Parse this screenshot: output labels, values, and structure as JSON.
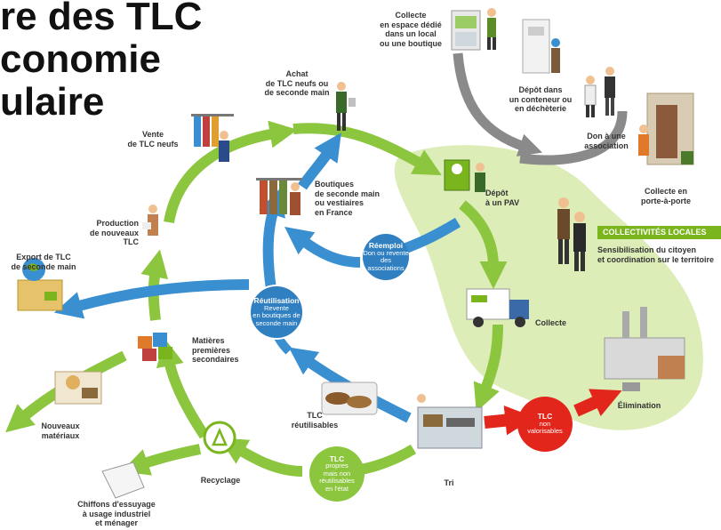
{
  "title": {
    "line1": "re des TLC",
    "line2": "conomie",
    "line3": "ulaire"
  },
  "labels": {
    "collecte_espace": "Collecte\nen espace dédié\ndans un local\nou une boutique",
    "depot_conteneur": "Dépôt dans\nun conteneur ou\nen déchèterie",
    "don_association": "Don à une\nassociation",
    "collecte_porte": "Collecte en\nporte-à-porte",
    "achat": "Achat\nde TLC neufs ou\nde seconde main",
    "vente": "Vente\nde TLC neufs",
    "boutiques": "Boutiques\nde seconde main\nou vestiaires\nen France",
    "depot_pav": "Dépôt\nà un PAV",
    "production": "Production\nde nouveaux\nTLC",
    "export": "Export de TLC\nde seconde main",
    "sensibilisation": "Sensibilisation du citoyen\net coordination sur le territoire",
    "collecte": "Collecte",
    "matieres": "Matières\npremières\nsecondaires",
    "tlc_reutilisables": "TLC\nréutilisables",
    "elimination": "Élimination",
    "nouveaux_materiaux": "Nouveaux\nmatériaux",
    "recyclage": "Recyclage",
    "tri": "Tri",
    "chiffons": "Chiffons d'essuyage\nà usage industriel\net ménager"
  },
  "banner": "COLLECTIVITÉS LOCALES",
  "circles": {
    "reemploi_title": "Réemploi",
    "reemploi_text": "Don ou revente\ndes\nassociations",
    "reutilisation_title": "Réutilisation",
    "reutilisation_text": "Revente\nen boutiques de\nseconde main",
    "tlc_non_title": "TLC",
    "tlc_non_text": "non\nvalorisables",
    "tlc_propres_title": "TLC",
    "tlc_propres_text": "propres\nmais non\nréutilisables\nen l'état"
  },
  "colors": {
    "green_arrow": "#8cc63f",
    "blue_arrow": "#3a8fd1",
    "red_arrow": "#e3261c",
    "gray_arrow": "#8a8a8a",
    "zone_green": "#d8ebb0",
    "banner_green": "#7ab51d",
    "circle_blue": "#2f7fc1",
    "circle_red": "#e3261c",
    "circle_green": "#8cc63f"
  },
  "icons": [
    "shop-kiosk-icon",
    "person-icon",
    "container-icon",
    "door-icon",
    "clothes-rack-icon",
    "truck-icon",
    "factory-icon",
    "recycle-icon",
    "globe-icon",
    "fabric-bundles-icon",
    "sorting-machine-icon",
    "shoes-icon",
    "cloth-icon",
    "pav-container-icon"
  ]
}
